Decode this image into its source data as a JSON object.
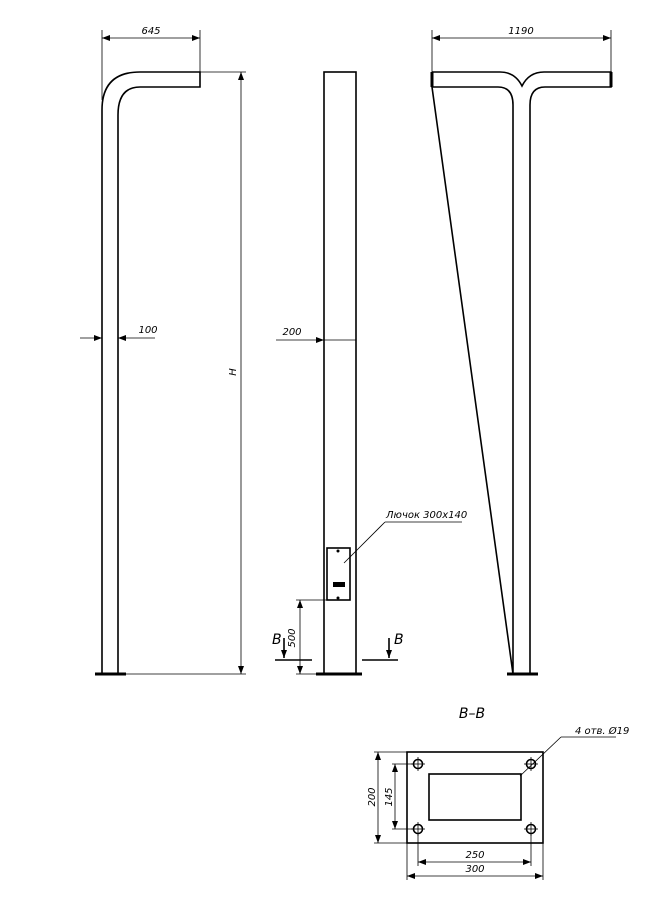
{
  "side_view_1": {
    "arm_length": "645",
    "pipe_diameter": "100",
    "height": "H"
  },
  "side_view_2": {
    "pipe_width": "200",
    "hatch_label": "Лючок 300x140",
    "hatch_height_dim": "500",
    "section_mark_left": "B",
    "section_mark_right": "B"
  },
  "front_view": {
    "arm_span": "1190"
  },
  "section": {
    "title": "B–B",
    "holes_label": "4 отв. Ø19",
    "height": "200",
    "hole_spacing_vertical": "145",
    "hole_spacing_horizontal": "250",
    "width": "300"
  }
}
